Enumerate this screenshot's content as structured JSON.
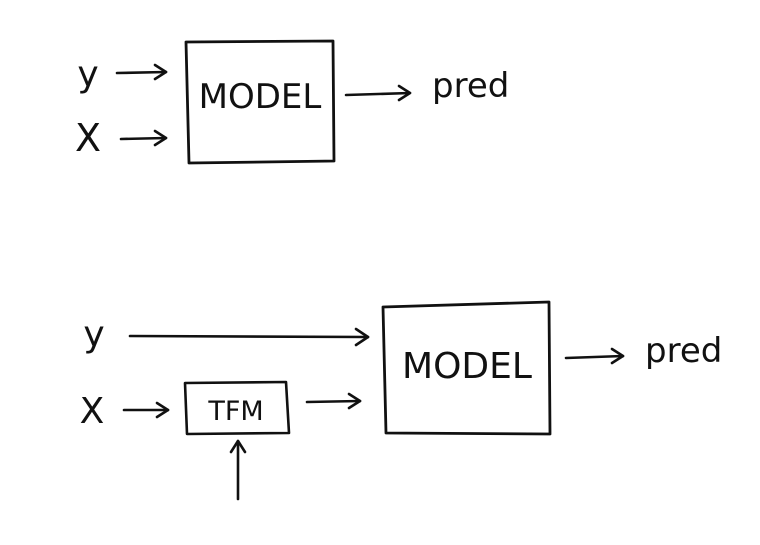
{
  "diagram_top": {
    "inputs": [
      "y",
      "X"
    ],
    "model_label": "MODEL",
    "output_label": "pred"
  },
  "diagram_bottom": {
    "inputs": [
      "y",
      "X"
    ],
    "transform_label": "TFM",
    "model_label": "MODEL",
    "output_label": "pred"
  }
}
